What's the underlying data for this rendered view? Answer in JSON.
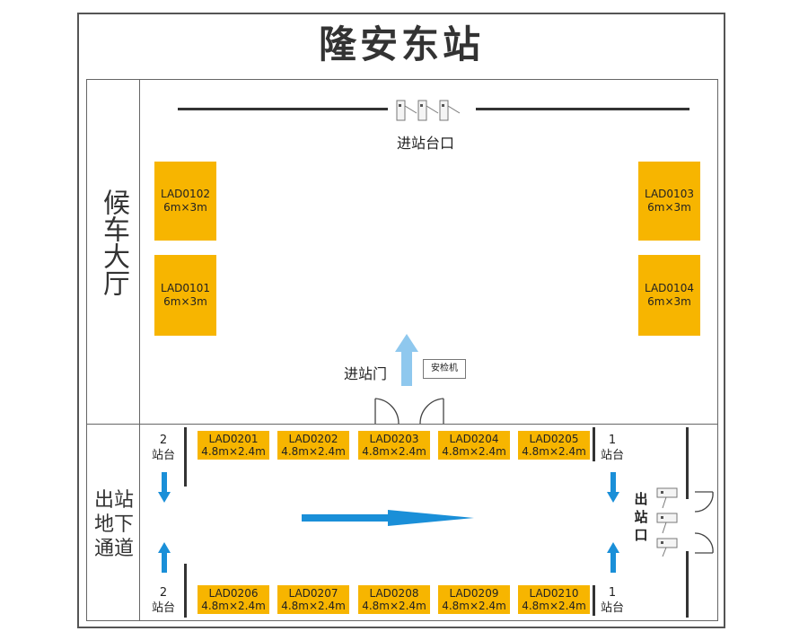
{
  "station_title": "隆安东站",
  "waiting_hall": {
    "label": "候车大厅",
    "entrance_platform_label": "进站台口",
    "entry_gate_label": "进站门",
    "security_machine_label": "安检机",
    "ad_spaces": [
      {
        "code": "LAD0102",
        "size": "6m×3m"
      },
      {
        "code": "LAD0101",
        "size": "6m×3m"
      },
      {
        "code": "LAD0103",
        "size": "6m×3m"
      },
      {
        "code": "LAD0104",
        "size": "6m×3m"
      }
    ]
  },
  "exit_tunnel": {
    "label": "出站地下通道",
    "platform_left_num": "2",
    "platform_right_num": "1",
    "platform_word": "站台",
    "exit_label": "出站口",
    "ad_spaces_top": [
      {
        "code": "LAD0201",
        "size": "4.8m×2.4m"
      },
      {
        "code": "LAD0202",
        "size": "4.8m×2.4m"
      },
      {
        "code": "LAD0203",
        "size": "4.8m×2.4m"
      },
      {
        "code": "LAD0204",
        "size": "4.8m×2.4m"
      },
      {
        "code": "LAD0205",
        "size": "4.8m×2.4m"
      }
    ],
    "ad_spaces_bottom": [
      {
        "code": "LAD0206",
        "size": "4.8m×2.4m"
      },
      {
        "code": "LAD0207",
        "size": "4.8m×2.4m"
      },
      {
        "code": "LAD0208",
        "size": "4.8m×2.4m"
      },
      {
        "code": "LAD0209",
        "size": "4.8m×2.4m"
      },
      {
        "code": "LAD0210",
        "size": "4.8m×2.4m"
      }
    ]
  },
  "colors": {
    "ad_fill": "#f7b500",
    "arrow_light": "#8fc8ee",
    "arrow_dark": "#1a8fd8",
    "line": "#333333"
  }
}
